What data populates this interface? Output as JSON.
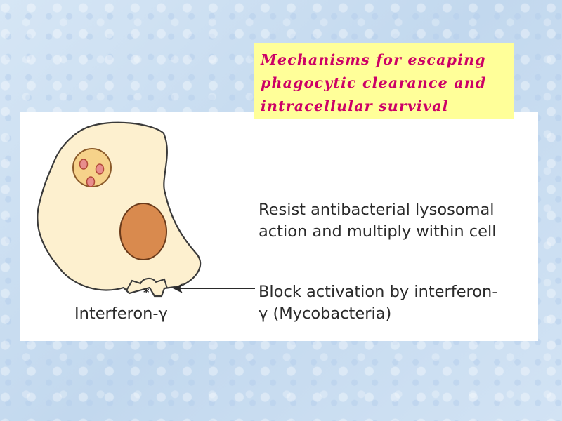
{
  "slide": {
    "title": "Mechanisms for escaping\nphagocytic clearance and\nintracellular survival"
  },
  "figure": {
    "annotation_resist": "Resist antibacterial lysosomal\naction and multiply within cell",
    "annotation_block": "Block activation by interferon-\nγ (Mycobacteria)",
    "receptor_label": "Interferon-γ",
    "receptor_marker": "*"
  },
  "colors": {
    "title_text": "#cc0066",
    "title_background": "#ffff99",
    "cell_fill": "#fdf0cf",
    "nucleus_fill": "#d98a4e",
    "vacuole_fill": "#f6d28a",
    "bacteria_fill": "#e88d8d",
    "background": "#c9dcef"
  }
}
